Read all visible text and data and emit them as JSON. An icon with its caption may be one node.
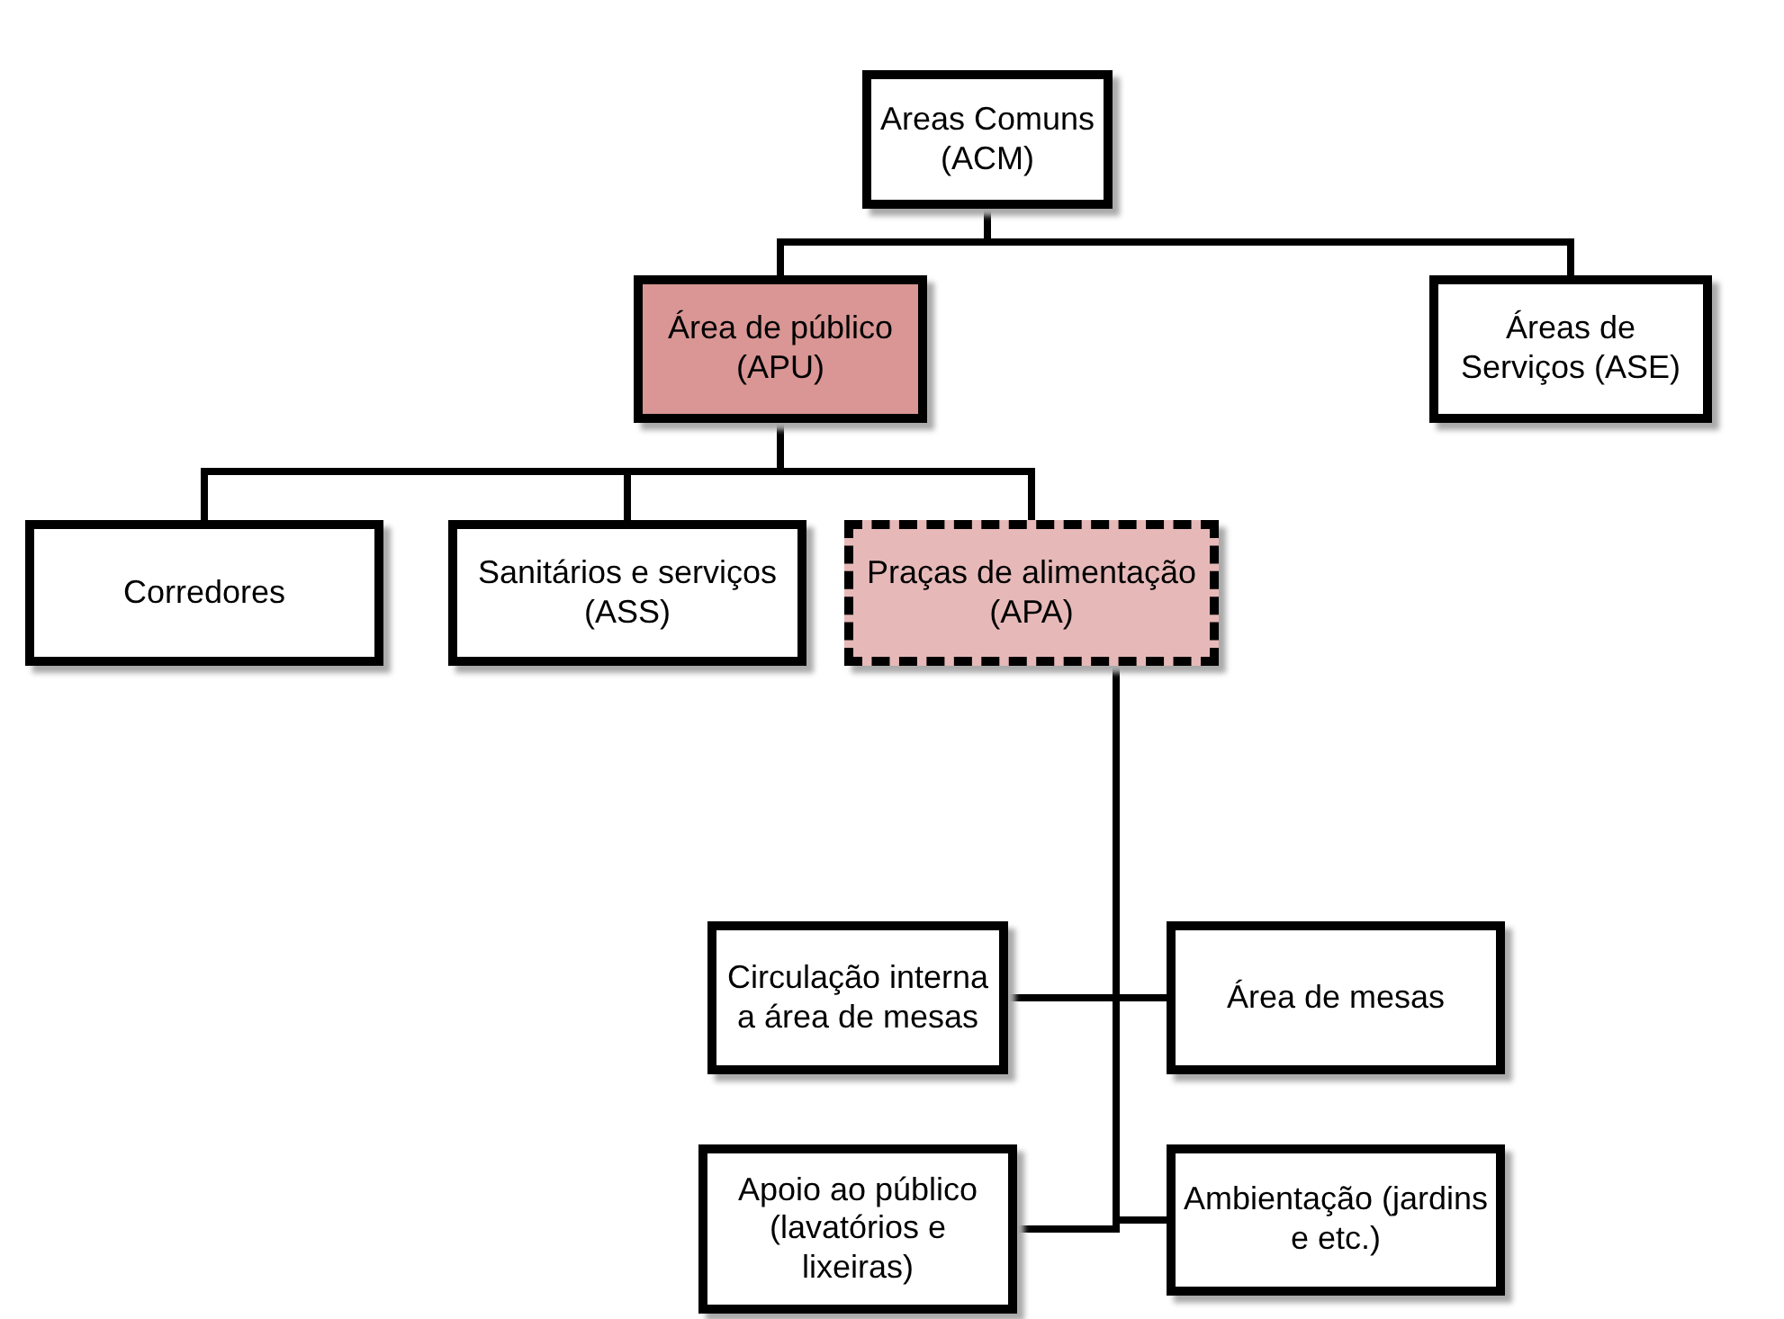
{
  "diagram": {
    "nodes": [
      {
        "text": [
          "Areas Comuns (ACM)"
        ]
      },
      {
        "text": [
          "Área de público (APU)"
        ]
      },
      {
        "text": [
          "Áreas de Serviços (ASE)"
        ]
      },
      {
        "text": [
          "Corredores"
        ]
      },
      {
        "text": [
          "Sanitários e serviços (ASS)"
        ]
      },
      {
        "text": [
          "Praças de alimentação (APA)"
        ]
      },
      {
        "text": [
          "Circulação interna a área de mesas"
        ]
      },
      {
        "text": [
          "Área de mesas"
        ]
      },
      {
        "text": [
          "Apoio ao público (lavatórios e lixeiras)"
        ]
      },
      {
        "text": [
          "Ambientação (jardins e etc.)"
        ]
      }
    ],
    "edges": [
      {
        "from": 0,
        "to": 1,
        "arrow": "none"
      },
      {
        "from": 0,
        "to": 2,
        "arrow": "none"
      },
      {
        "from": 1,
        "to": 3,
        "arrow": "none"
      },
      {
        "from": 1,
        "to": 4,
        "arrow": "none"
      },
      {
        "from": 1,
        "to": 5,
        "arrow": "none"
      },
      {
        "from": 5,
        "to": 6,
        "arrow": "none"
      },
      {
        "from": 5,
        "to": 7,
        "arrow": "none"
      },
      {
        "from": 5,
        "to": 8,
        "arrow": "none"
      },
      {
        "from": 5,
        "to": 9,
        "arrow": "none"
      }
    ]
  }
}
